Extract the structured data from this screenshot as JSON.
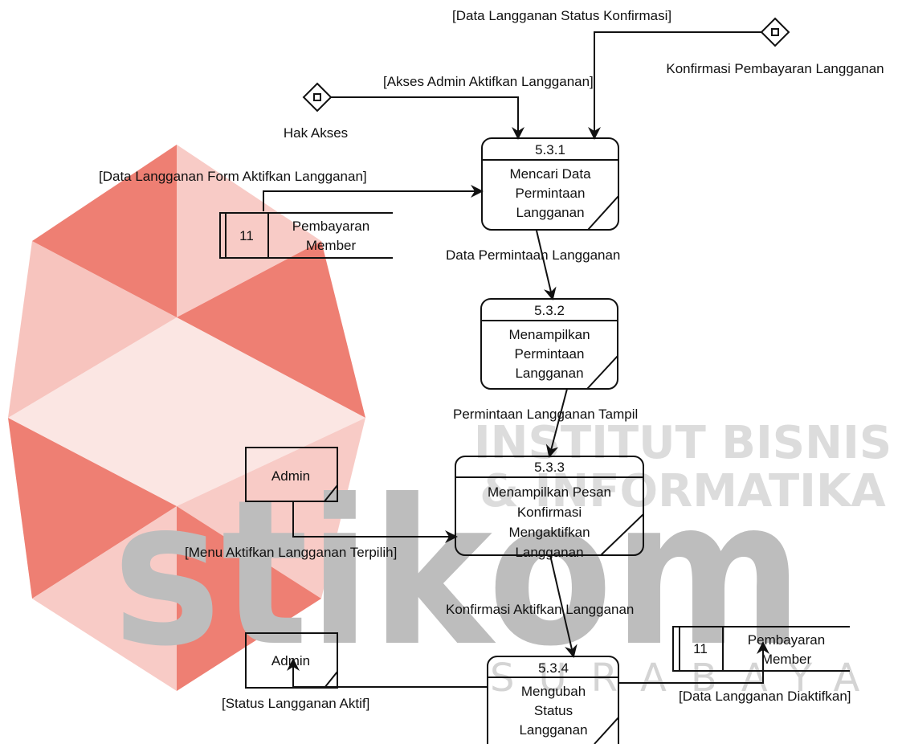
{
  "watermark": {
    "line1": "INSTITUT BISNIS",
    "line2": "& INFORMATIKA",
    "brand": "stikom",
    "city": "SURABAYA",
    "logo_color": "#e53935"
  },
  "external_entities": [
    {
      "id": "admin-top",
      "label": "Admin"
    },
    {
      "id": "admin-bottom",
      "label": "Admin"
    }
  ],
  "data_stores": [
    {
      "id": "store-left",
      "number": "11",
      "label_lines": [
        "Pembayaran",
        "Member"
      ]
    },
    {
      "id": "store-right",
      "number": "11",
      "label_lines": [
        "Pembayaran",
        "Member"
      ]
    }
  ],
  "controls": [
    {
      "id": "hak-akses",
      "label": "Hak Akses"
    },
    {
      "id": "konfirmasi",
      "label": "Konfirmasi Pembayaran Langganan"
    }
  ],
  "processes": [
    {
      "id": "p531",
      "number": "5.3.1",
      "lines": [
        "Mencari Data",
        "Permintaan",
        "Langganan"
      ]
    },
    {
      "id": "p532",
      "number": "5.3.2",
      "lines": [
        "Menampilkan",
        "Permintaan",
        "Langganan"
      ]
    },
    {
      "id": "p533",
      "number": "5.3.3",
      "lines": [
        "Menampilkan Pesan",
        "Konfirmasi",
        "Mengaktifkan",
        "Langganan"
      ]
    },
    {
      "id": "p534",
      "number": "5.3.4",
      "lines": [
        "Mengubah",
        "Status",
        "Langganan"
      ]
    }
  ],
  "flows": [
    {
      "id": "f1",
      "label": "[Data Langganan Status Konfirmasi]"
    },
    {
      "id": "f2",
      "label": "[Akses Admin Aktifkan Langganan]"
    },
    {
      "id": "f3",
      "label": "[Data Langganan Form Aktifkan Langganan]"
    },
    {
      "id": "f4",
      "label": "Data Permintaan Langganan"
    },
    {
      "id": "f5",
      "label": "Permintaan Langganan Tampil"
    },
    {
      "id": "f6",
      "label": "[Menu Aktifkan Langganan Terpilih]"
    },
    {
      "id": "f7",
      "label": "Konfirmasi Aktifkan Langganan"
    },
    {
      "id": "f8",
      "label": "[Status Langganan Aktif]"
    },
    {
      "id": "f9",
      "label": "[Data Langganan Diaktifkan]"
    }
  ]
}
